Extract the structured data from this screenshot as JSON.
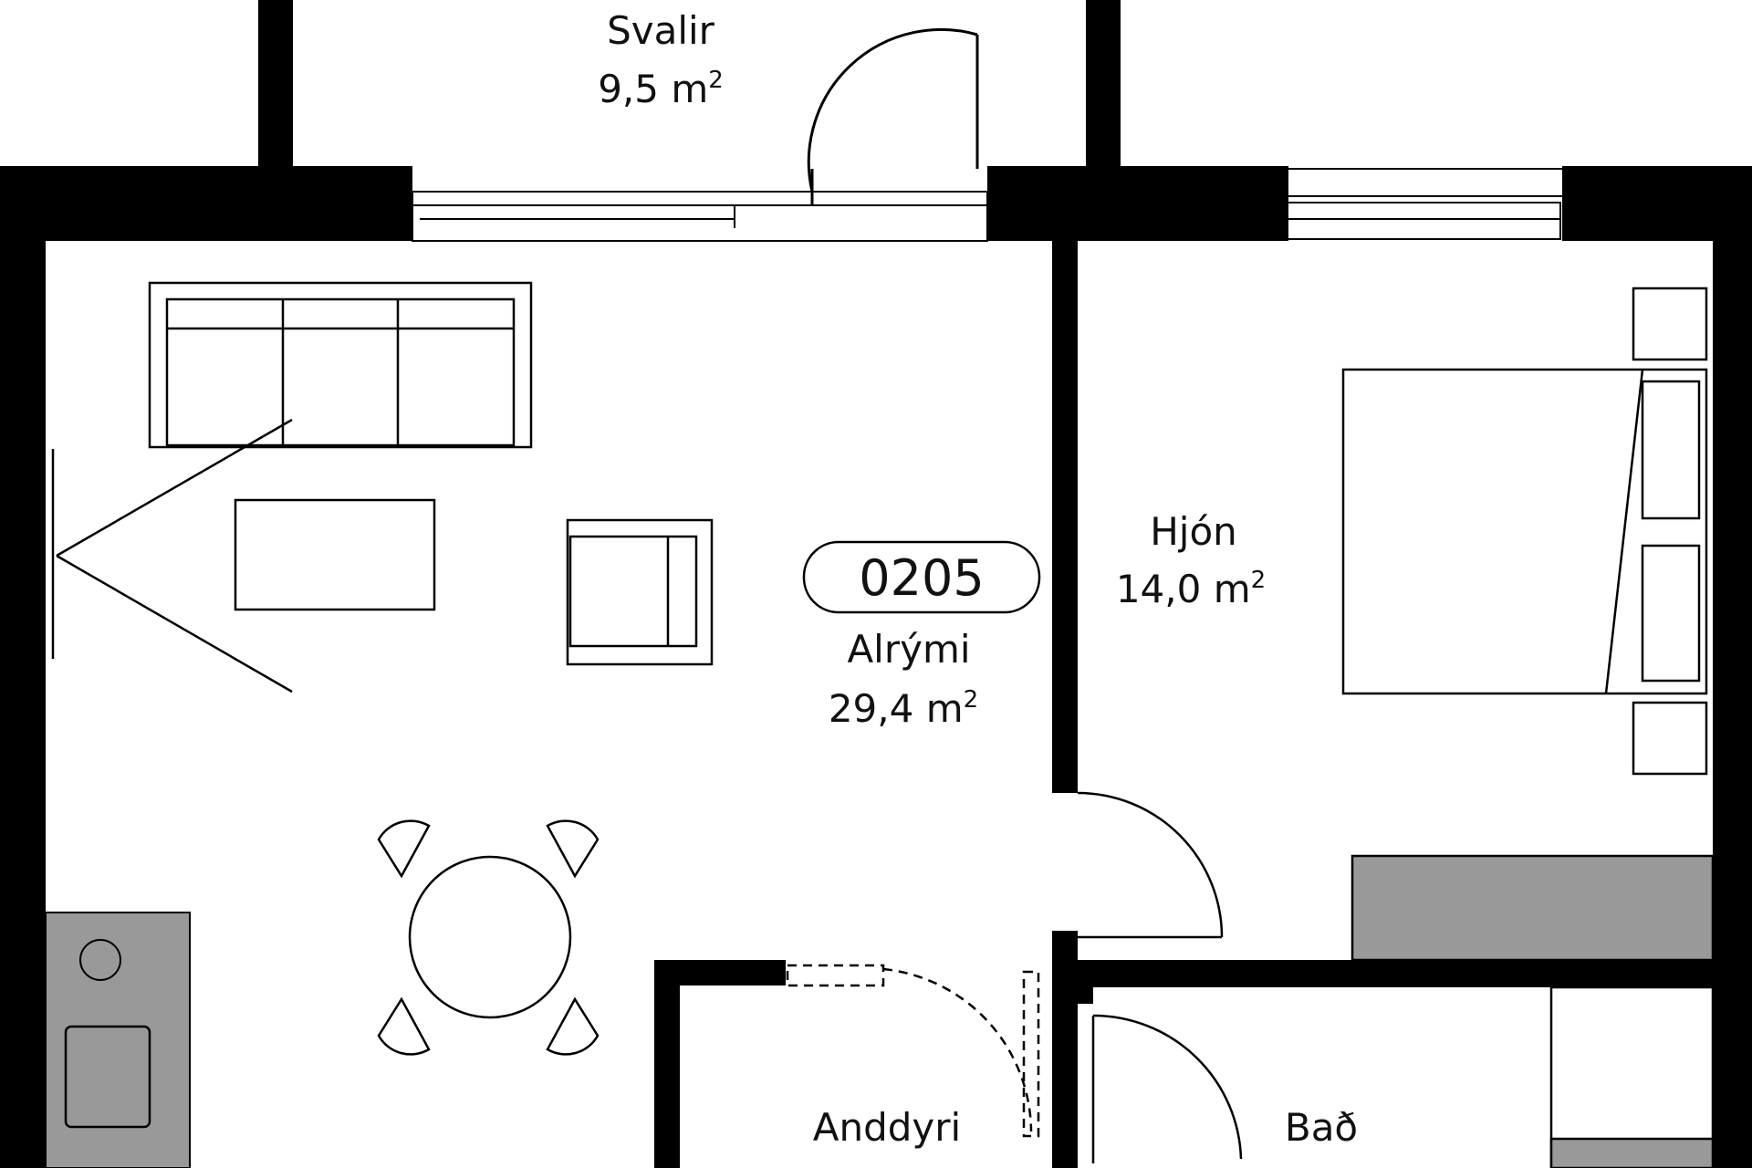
{
  "unit_number": "0205",
  "area_unit": "m",
  "area_exponent": "2",
  "rooms": {
    "svalir": {
      "name": "Svalir",
      "area": "9,5"
    },
    "alrymi": {
      "name": "Alrými",
      "area": "29,4"
    },
    "hjon": {
      "name": "Hjón",
      "area": "14,0"
    },
    "anddyri": {
      "name": "Anddyri"
    },
    "bad": {
      "name": "Bað"
    }
  },
  "colors": {
    "wall": "#000000",
    "fixture_fill": "#999999",
    "background": "#ffffff"
  }
}
